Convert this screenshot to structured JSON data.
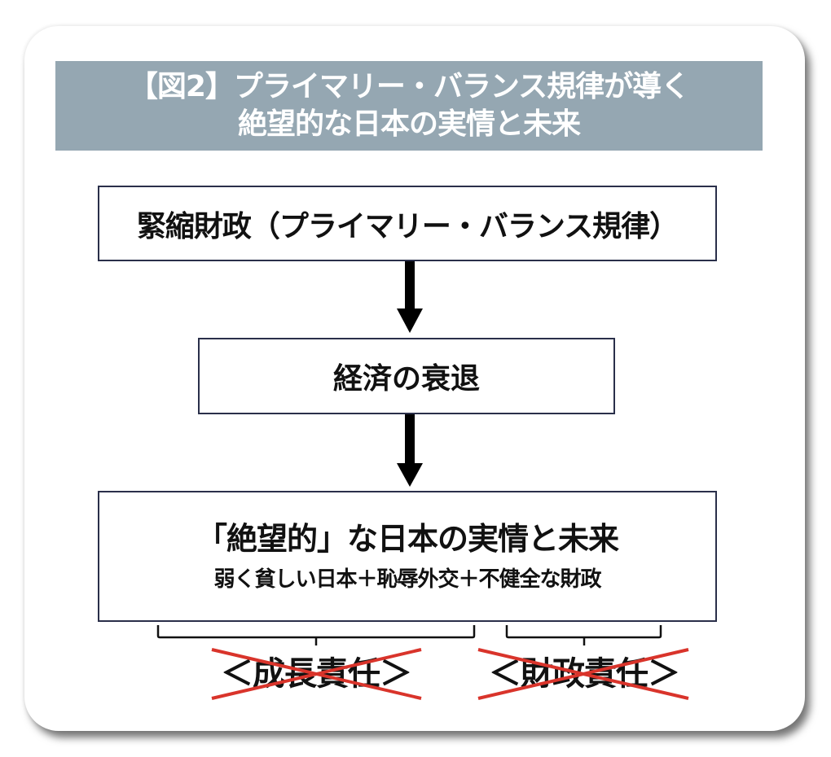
{
  "figure": {
    "title_line_1": "【図2】プライマリー・バランス規律が導く",
    "title_line_2": "絶望的な日本の実情と未来",
    "colors": {
      "title_bar": "#95a7b2",
      "box_border": "#2a2f4a",
      "cross_out": "#d9342b",
      "arrow": "#000000"
    }
  },
  "flow": {
    "step_1": "緊縮財政（プライマリー・バランス規律）",
    "step_2": "経済の衰退",
    "step_3": {
      "main": "「絶望的」な日本の実情と未来",
      "sub": "弱く貧しい日本＋恥辱外交＋不健全な財政"
    }
  },
  "responsibilities": [
    {
      "label": "＜成長責任＞",
      "crossed_out": true,
      "covers": "弱く貧しい日本＋恥辱外交"
    },
    {
      "label": "＜財政責任＞",
      "crossed_out": true,
      "covers": "不健全な財政"
    }
  ]
}
